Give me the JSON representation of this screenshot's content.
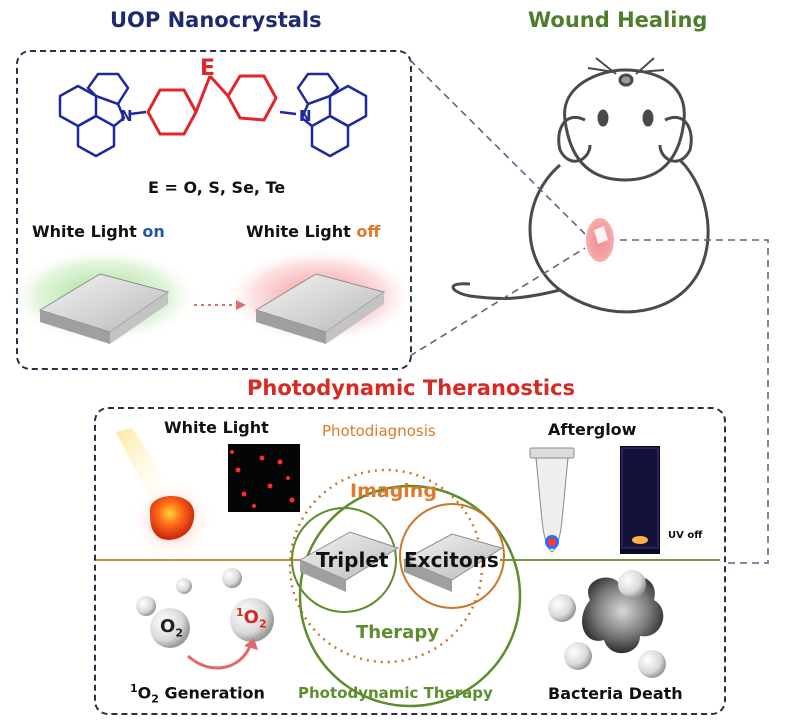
{
  "titles": {
    "uop": "UOP Nanocrystals",
    "wound": "Wound Healing",
    "pdt": "Photodynamic Theranostics"
  },
  "molecule": {
    "center_atom": "E",
    "nitrogen": "N",
    "formula": "E = O, S, Se, Te"
  },
  "light": {
    "on_prefix": "White Light",
    "on_word": "on",
    "off_prefix": "White Light",
    "off_word": "off"
  },
  "panel": {
    "white_light": "White Light",
    "photodiagnosis": "Photodiagnosis",
    "afterglow": "Afterglow",
    "imaging": "Imaging",
    "triplet": "Triplet",
    "excitons": "Excitons",
    "therapy": "Therapy",
    "uv_off": "UV off",
    "generation_sup": "1",
    "generation_sym": "O",
    "generation_sub": "2",
    "generation_text": "Generation",
    "photodynamic_therapy": "Photodynamic Therapy",
    "bacteria_death": "Bacteria Death",
    "o2": "O",
    "o2_sub": "2",
    "singlet_sup": "1"
  },
  "colors": {
    "navy": "#1d2a6e",
    "green": "#4f7d2b",
    "red": "#d62a22",
    "orange": "#e07a2a",
    "blue_on": "#2557a8",
    "molecule_blue": "#1f2a9a",
    "molecule_red": "#e0262a"
  }
}
